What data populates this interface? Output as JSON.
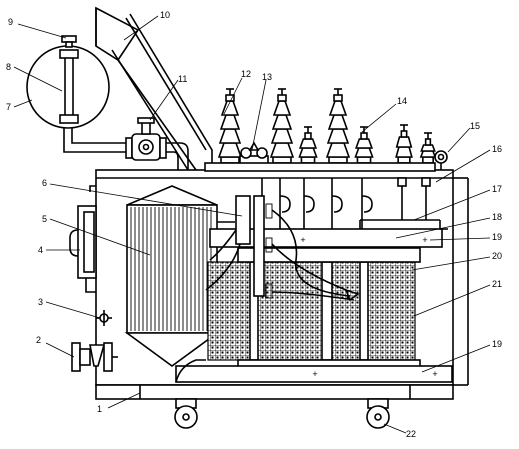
{
  "callouts": [
    {
      "text": "1"
    },
    {
      "text": "2"
    },
    {
      "text": "3"
    },
    {
      "text": "4"
    },
    {
      "text": "5"
    },
    {
      "text": "6"
    },
    {
      "text": "7"
    },
    {
      "text": "8"
    },
    {
      "text": "9"
    },
    {
      "text": "10"
    },
    {
      "text": "11"
    },
    {
      "text": "12"
    },
    {
      "text": "13"
    },
    {
      "text": "14"
    },
    {
      "text": "15"
    },
    {
      "text": "16"
    },
    {
      "text": "17"
    },
    {
      "text": "18"
    },
    {
      "text": "19"
    },
    {
      "text": "20"
    },
    {
      "text": "21"
    },
    {
      "text": "19"
    },
    {
      "text": "22"
    }
  ],
  "plus_marks": [
    {
      "text": "+"
    },
    {
      "text": "+"
    },
    {
      "text": "+"
    },
    {
      "text": "+"
    }
  ]
}
